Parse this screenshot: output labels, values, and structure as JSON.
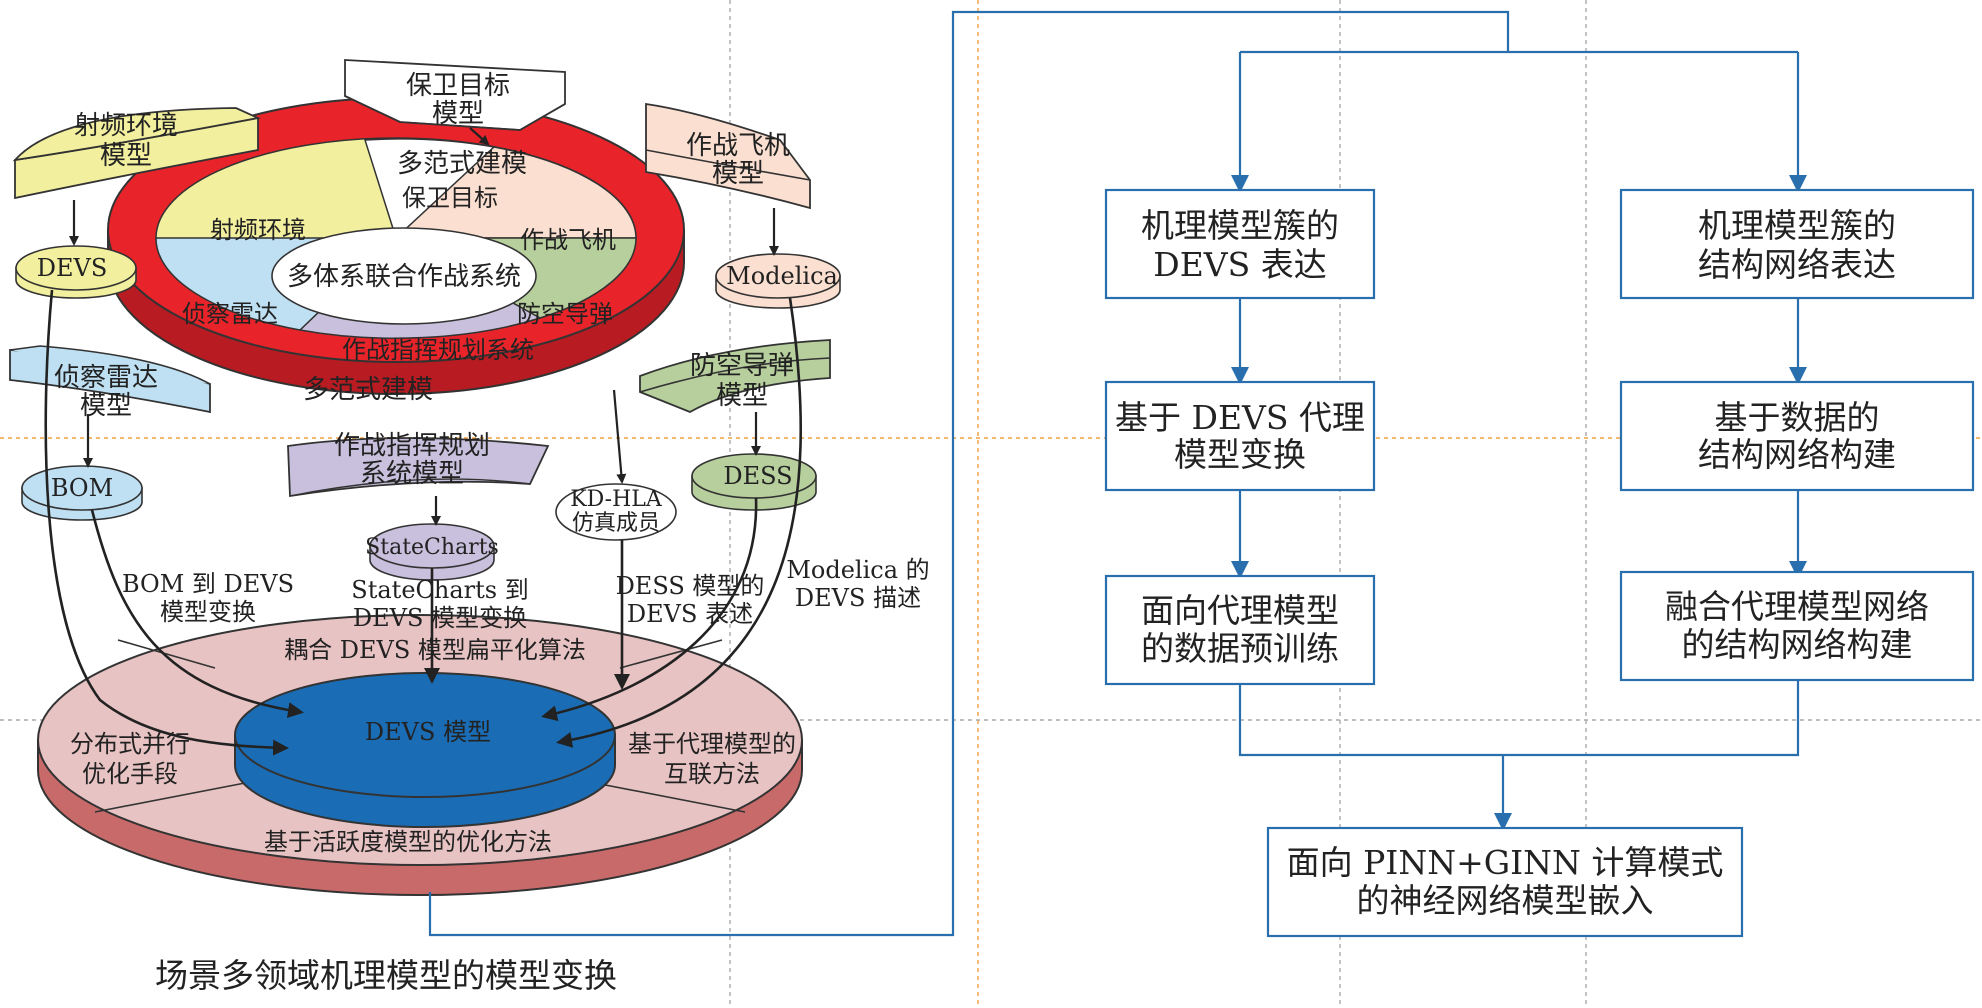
{
  "left_panel": {
    "caption": "场景多领域机理模型的模型变换",
    "top_ring": {
      "label_top": "多范式建模",
      "label_bottom": "多范式建模",
      "center": "多体系联合作战系统",
      "segments": [
        "保卫目标",
        "作战飞机",
        "防空导弹",
        "作战指挥规划系统",
        "侦察雷达",
        "射频环境"
      ]
    },
    "component_models": {
      "rf_env": [
        "射频环境",
        "模型"
      ],
      "guard_target": [
        "保卫目标",
        "模型"
      ],
      "fighter": [
        "作战飞机",
        "模型"
      ],
      "radar": [
        "侦察雷达",
        "模型"
      ],
      "air_defense": [
        "防空导弹",
        "模型"
      ],
      "command": [
        "作战指挥规划",
        "系统模型"
      ]
    },
    "formalisms": {
      "devs": "DEVS",
      "modelica": "Modelica",
      "bom": "BOM",
      "dess": "DESS",
      "statecharts": "StateCharts",
      "kdhla": [
        "KD-HLA",
        "仿真成员"
      ]
    },
    "transform_labels": {
      "bom": [
        "BOM 到 DEVS",
        "模型变换"
      ],
      "statecharts": [
        "StateCharts 到",
        "DEVS 模型变换"
      ],
      "dess": [
        "DESS 模型的",
        "DEVS 表述"
      ],
      "modelica": [
        "Modelica 的",
        "DEVS 描述"
      ]
    },
    "bottom_disk": {
      "center": "DEVS 模型",
      "top_text": "耦合 DEVS 模型扁平化算法",
      "left_text": [
        "分布式并行",
        "优化手段"
      ],
      "right_text": [
        "基于代理模型的",
        "互联方法"
      ],
      "bottom_text": "基于活跃度模型的优化方法"
    }
  },
  "right_panel": {
    "left_column": [
      [
        "机理模型簇的",
        "DEVS 表达"
      ],
      [
        "基于 DEVS 代理",
        "模型变换"
      ],
      [
        "面向代理模型",
        "的数据预训练"
      ]
    ],
    "right_column": [
      [
        "机理模型簇的",
        "结构网络表达"
      ],
      [
        "基于数据的",
        "结构网络构建"
      ],
      [
        "融合代理模型网络",
        "的结构网络构建"
      ]
    ],
    "final_box": [
      "面向 PINN+GINN 计算模式",
      "的神经网络模型嵌入"
    ]
  },
  "colors": {
    "ring_red": "#e8242a",
    "ring_dark": "#b81c22",
    "devs_blue": "#1a6db5",
    "disk_pink": "#e8c3c3",
    "disk_dark": "#c96a6a",
    "flow_blue": "#2a6fad",
    "yellow": "#f2ef9e",
    "peach": "#fbe0d2",
    "light_blue": "#bfe0f2",
    "green": "#b7cf9c",
    "purple": "#c8c0dc",
    "guide_gray": "#aaaaaa",
    "guide_orange": "#f0a040"
  }
}
